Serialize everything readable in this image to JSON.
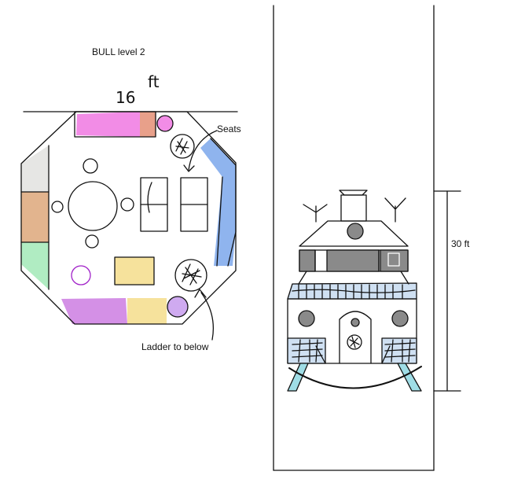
{
  "floor_plan": {
    "title": "BULL level 2",
    "dimension_number": "16",
    "dimension_unit": "ft",
    "seats_label": "Seats",
    "ladder_label": "Ladder to below"
  },
  "elevation": {
    "height_label": "30 ft"
  },
  "colors": {
    "pink": "#f28ce6",
    "salmon": "#e8a08a",
    "blue": "#8fb4ee",
    "grey_panel": "#e6e6e4",
    "tan": "#e2b48e",
    "green": "#b0ecc2",
    "purple": "#d490e6",
    "yellow": "#f6e29c",
    "lavender": "#cfaaf0",
    "teal": "#9fdde6",
    "light_blue": "#cfe0f2",
    "dark_grey": "#8a8a8a"
  }
}
